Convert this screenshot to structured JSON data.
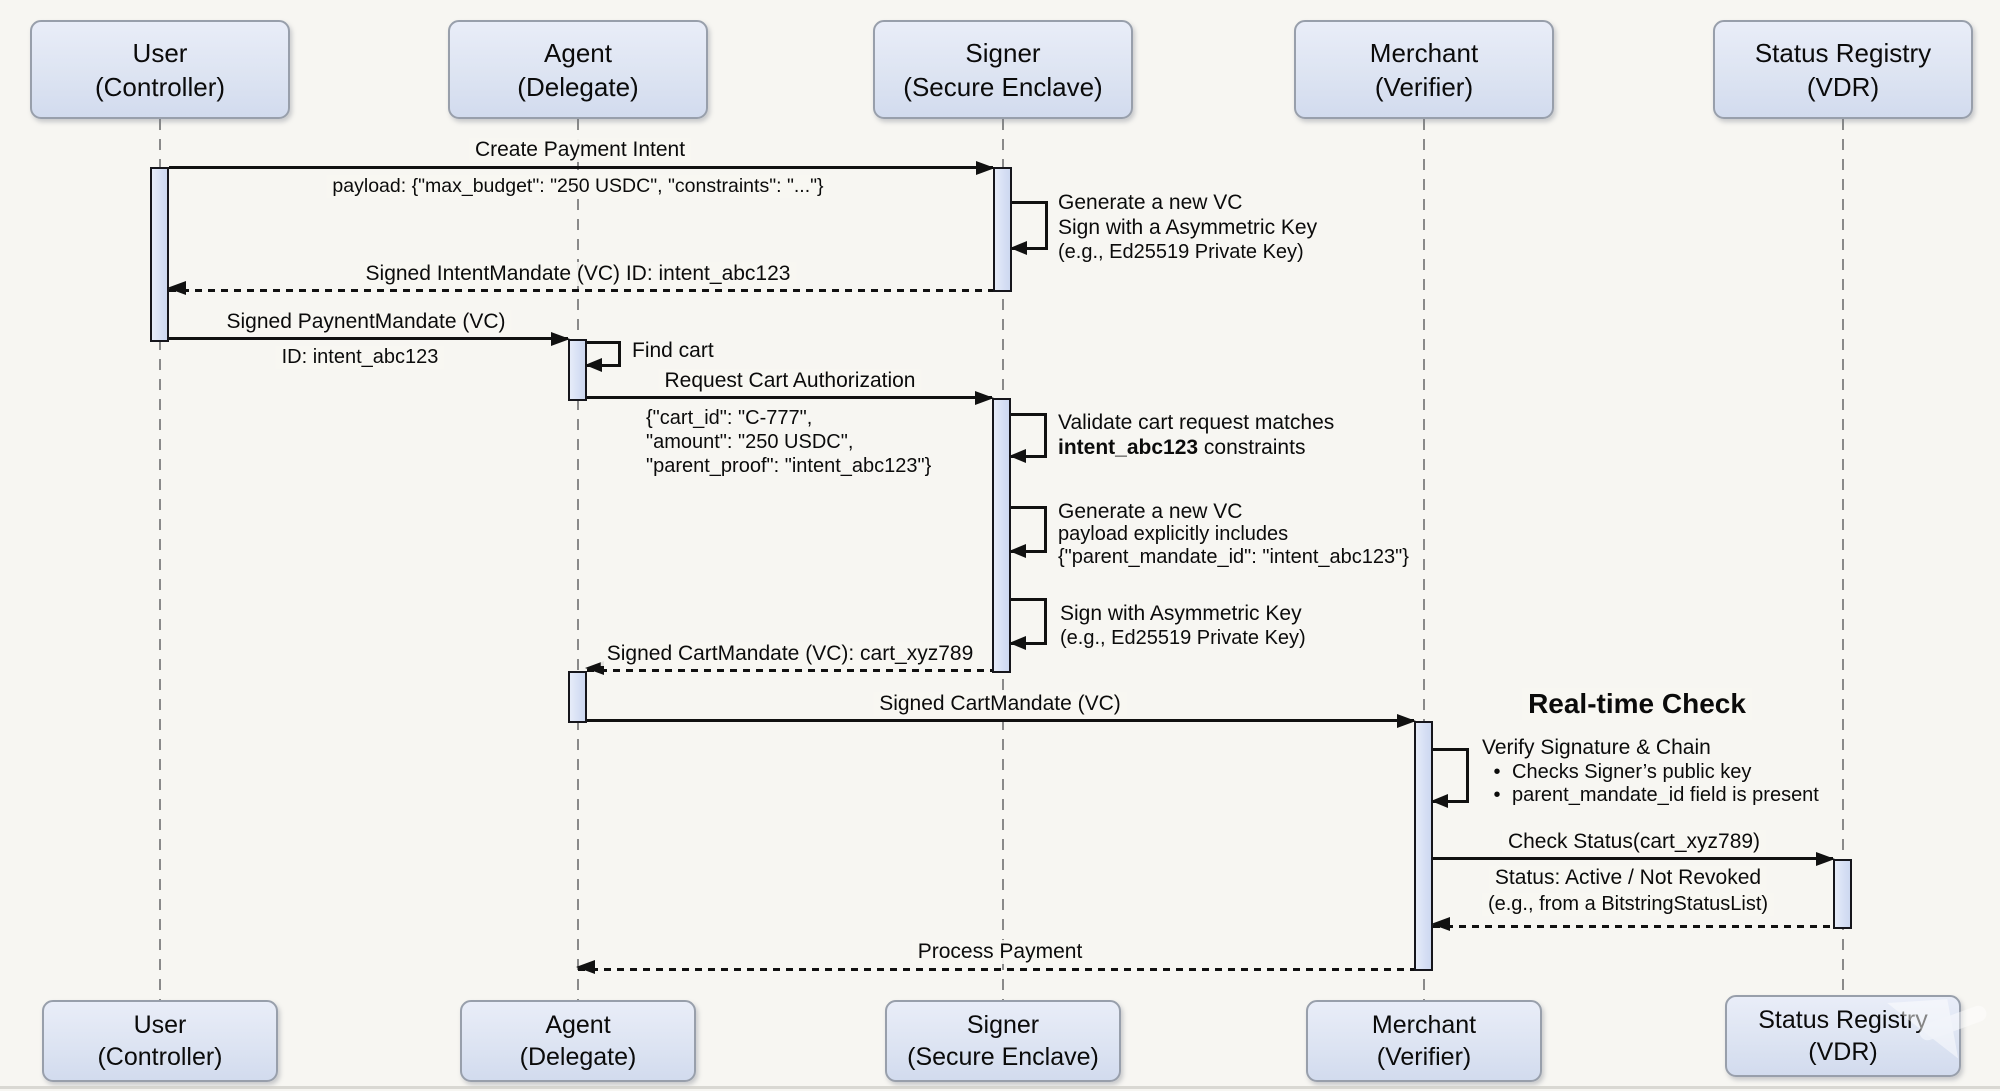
{
  "colors": {
    "background": "#f7f6f2",
    "actor_fill_top": "#e9edf8",
    "actor_fill_bottom": "#d2dbee",
    "actor_border": "#989fab",
    "activation_fill": "#d6dff4",
    "line": "#111111",
    "lifeline": "#8a8a8a"
  },
  "actors": {
    "user": {
      "name": "User",
      "role": "(Controller)"
    },
    "agent": {
      "name": "Agent",
      "role": "(Delegate)"
    },
    "signer": {
      "name": "Signer",
      "role": "(Secure Enclave)"
    },
    "merchant": {
      "name": "Merchant",
      "role": "(Verifier)"
    },
    "registry": {
      "name": "Status Registry",
      "role": "(VDR)"
    }
  },
  "messages": {
    "create_payment_intent": {
      "label": "Create Payment Intent",
      "payload": "payload: {\"max_budget\": \"250 USDC\", \"constraints\": \"...\"}"
    },
    "signer_generate_vc1": {
      "line1": "Generate a new VC",
      "line2": "Sign with a Asymmetric Key",
      "line3": "(e.g., Ed25519 Private Key)"
    },
    "signed_intent_mandate": {
      "label": "Signed IntentMandate (VC) ID: intent_abc123"
    },
    "signed_payment_mandate": {
      "label": "Signed PaynentMandate (VC)",
      "sub": "ID: intent_abc123"
    },
    "find_cart": {
      "label": "Find cart"
    },
    "request_cart_auth": {
      "label": "Request Cart Authorization",
      "payload1": "{\"cart_id\": \"C-777\",",
      "payload2": "\"amount\": \"250 USDC\",",
      "payload3": "\"parent_proof\": \"intent_abc123\"}"
    },
    "validate_cart": {
      "line1": "Validate cart request matches",
      "bold": "intent_abc123",
      "rest": " constraints"
    },
    "signer_generate_vc2": {
      "line1": "Generate a new VC",
      "line2": "payload explicitly includes",
      "line3": "{\"parent_mandate_id\": \"intent_abc123\"}"
    },
    "sign_asym": {
      "line1": "Sign with Asymmetric Key",
      "line2": "(e.g., Ed25519 Private Key)"
    },
    "signed_cart_mandate_return": {
      "label": "Signed CartMandate (VC): cart_xyz789"
    },
    "signed_cart_mandate": {
      "label": "Signed CartMandate (VC)"
    },
    "realtime_check": {
      "title": "Real-time Check"
    },
    "verify_sig": {
      "line1": "Verify Signature & Chain",
      "bullet_char": "•",
      "bullet1": "Checks Signer’s public key",
      "bullet2": "parent_mandate_id field is present"
    },
    "check_status": {
      "label": "Check Status(cart_xyz789)"
    },
    "status_response": {
      "line1": "Status: Active / Not Revoked",
      "line2": "(e.g., from a BitstringStatusList)"
    },
    "process_payment": {
      "label": "Process Payment"
    }
  }
}
